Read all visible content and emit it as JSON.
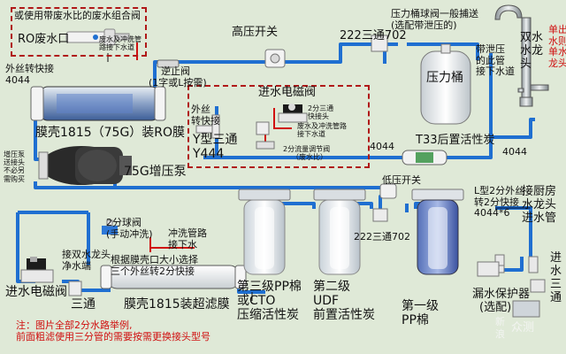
{
  "labels": {
    "top_note": "或使用带废水比的废水组合阀",
    "ro_waste_port": "RO废水口",
    "waste_pipe_top": "废水及冲洗管路接下水道",
    "high_pressure_switch": "高压开关",
    "tee_222_top": "222三通702",
    "pressure_tank_note_1": "压力桶球阀一般捕送",
    "pressure_tank_note_2": "(选配带泄压的)",
    "single_out_1": "单出",
    "single_out_2": "水则",
    "single_out_3": "单水",
    "single_out_4": "龙头",
    "double_tap_1": "双水",
    "double_tap_2": "水龙",
    "double_tap_3": "头",
    "pressure_tank": "压力桶",
    "relief_1": "带泄压",
    "relief_2": "的此管",
    "relief_3": "接下水道",
    "check_valve_1": "逆止阀",
    "check_valve_2": "(1字或L按需)",
    "inlet_solenoid_top": "进水电磁阀",
    "outer_thread_top_1": "外丝转快接",
    "outer_thread_top_2": "4044",
    "ro_membrane": "膜壳1815（75G）装RO膜",
    "outer_turn_1": "外丝",
    "outer_turn_2": "转快接",
    "two_point_tee_1": "2分三通",
    "two_point_tee_2": "快接头",
    "waste_pipe_mid_1": "废水及冲洗管路",
    "waste_pipe_mid_2": "接下水道",
    "flow_valve_1": "2分流量调节阀",
    "flow_valve_2": "（废水比）",
    "y_tee_1": "Y型三通",
    "y_tee_2": "Y444",
    "pump_note_1": "增压泵",
    "pump_note_2": "送接头",
    "pump_note_3": "不必另",
    "pump_note_4": "需购买",
    "booster_pump": "75G增压泵",
    "fitting_4044_left": "4044",
    "t33_carbon": "T33后置活性炭",
    "fitting_4044_right": "4044",
    "low_pressure_switch": "低压开关",
    "l_fitting_1": "L型2分外丝",
    "l_fitting_2": "转2分快接",
    "l_fitting_3": "4044*6",
    "kitchen_tap_1": "接厨房",
    "kitchen_tap_2": "水龙头",
    "kitchen_tap_3": "进水管",
    "ball_valve_1": "2分球阀",
    "ball_valve_2": "(手动冲洗)",
    "flush_pipe_1": "冲洗管路",
    "flush_pipe_2": "接下水",
    "tee_222_bottom": "222三通702",
    "inlet_tee_1": "进",
    "inlet_tee_2": "水",
    "inlet_tee_3": "三",
    "inlet_tee_4": "通",
    "connect_tap_1": "接双水龙头",
    "connect_tap_2": "净水端",
    "membrane_note_1": "根据膜壳口大小选择",
    "membrane_note_2": "三个外丝转2分快接",
    "inlet_solenoid_bottom": "进水电磁阀",
    "tee_bottom": "三通",
    "uf_membrane": "膜壳1815装超滤膜",
    "stage3_1": "第三级PP棉",
    "stage3_2": "或CTO",
    "stage3_3": "压缩活性炭",
    "stage2_1": "第二级",
    "stage2_2": "UDF",
    "stage2_3": "前置活性炭",
    "stage1_1": "第一级",
    "stage1_2": "PP棉",
    "leak_protector_1": "漏水保护器",
    "leak_protector_2": "(选配)",
    "bottom_note_1": "注：图片全部2分水路举例,",
    "bottom_note_2": "前面粗滤使用三分管的需要按需更换接头型号",
    "watermark_1": "新",
    "watermark_2": "浪",
    "watermark_3": "众测"
  },
  "colors": {
    "pipe": "#1f6fd1",
    "pipe_dark": "#123f80",
    "note_red": "#d01010",
    "dashed_box": "#b01818",
    "background": "#dfe9d7"
  }
}
